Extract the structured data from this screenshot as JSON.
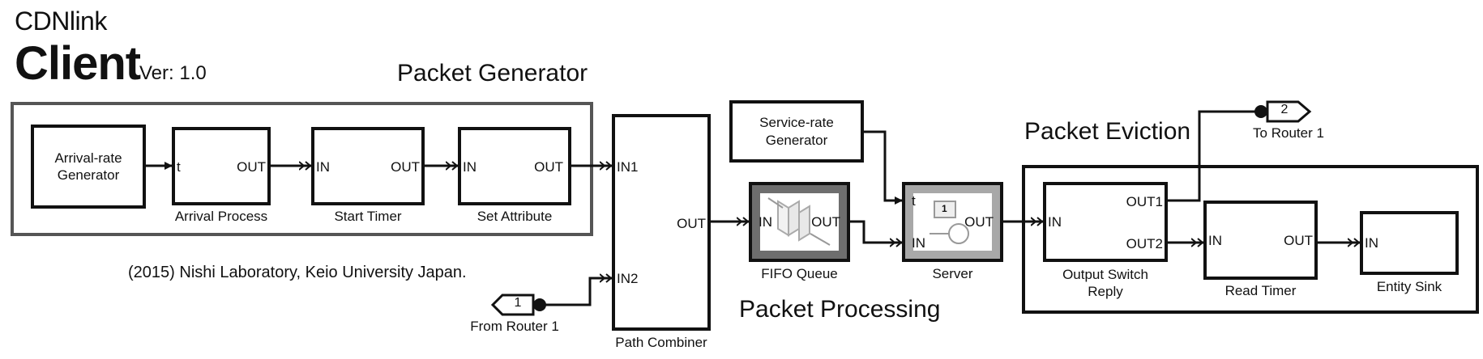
{
  "header": {
    "app": "CDNlink",
    "title": "Client",
    "version": "Ver: 1.0"
  },
  "credit": "(2015) Nishi Laboratory, Keio University Japan.",
  "subsystems": {
    "generator": "Packet Generator",
    "processing": "Packet Processing",
    "eviction": "Packet Eviction"
  },
  "blocks": {
    "arrival_rate": "Arrival-rate\nGenerator",
    "arrival_process": "Arrival Process",
    "start_timer": "Start Timer",
    "set_attribute": "Set Attribute",
    "path_combiner": "Path Combiner",
    "service_rate": "Service-rate\nGenerator",
    "fifo_queue": "FIFO Queue",
    "server": "Server",
    "output_switch": "Output Switch\nReply",
    "read_timer": "Read Timer",
    "entity_sink": "Entity Sink"
  },
  "ports": {
    "t": "t",
    "in": "IN",
    "out": "OUT",
    "in1": "IN1",
    "in2": "IN2",
    "out1": "OUT1",
    "out2": "OUT2"
  },
  "tags": {
    "from_num": "1",
    "from_label": "From Router 1",
    "to_num": "2",
    "to_label": "To Router 1"
  },
  "server_icon_value": "1"
}
